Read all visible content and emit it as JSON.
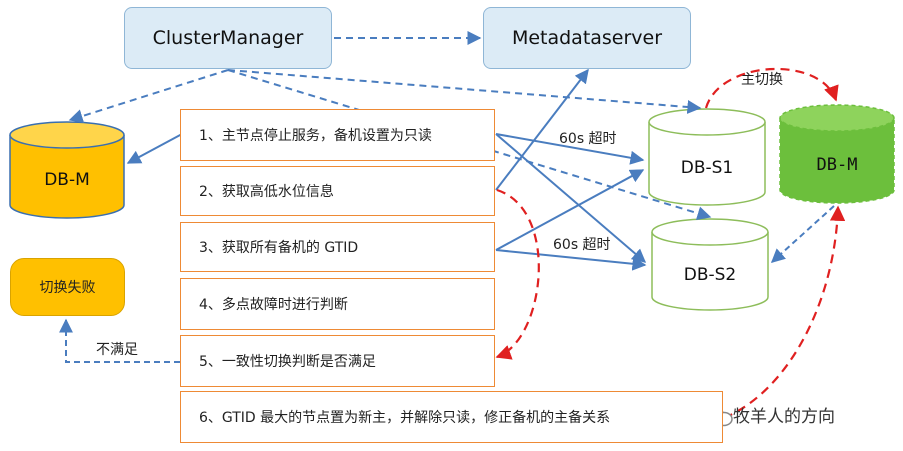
{
  "nodes": {
    "cluster_manager": "ClusterManager",
    "metadata_server": "Metadataserver",
    "db_m_left": "DB-M",
    "db_s1": "DB-S1",
    "db_s2": "DB-S2",
    "db_m_right": "DB-M",
    "fail": "切换失败"
  },
  "steps": [
    "1、主节点停止服务，备机设置为只读",
    "2、获取高低水位信息",
    "3、获取所有备机的 GTID",
    "4、多点故障时进行判断",
    "5、一致性切换判断是否满足",
    "6、GTID 最大的节点置为新主，并解除只读，修正备机的主备关系"
  ],
  "labels": {
    "switch": "主切换",
    "timeout1": "60s 超时",
    "timeout2": "60s 超时",
    "not_satisfied": "不满足"
  },
  "watermark": "牧羊人的方向",
  "colors": {
    "blue_arrow": "#4a7dbf",
    "red_arrow": "#e02020",
    "orange_border": "#ee8a35",
    "db_orange": "#ffc000",
    "db_green": "#6cbf3c"
  }
}
